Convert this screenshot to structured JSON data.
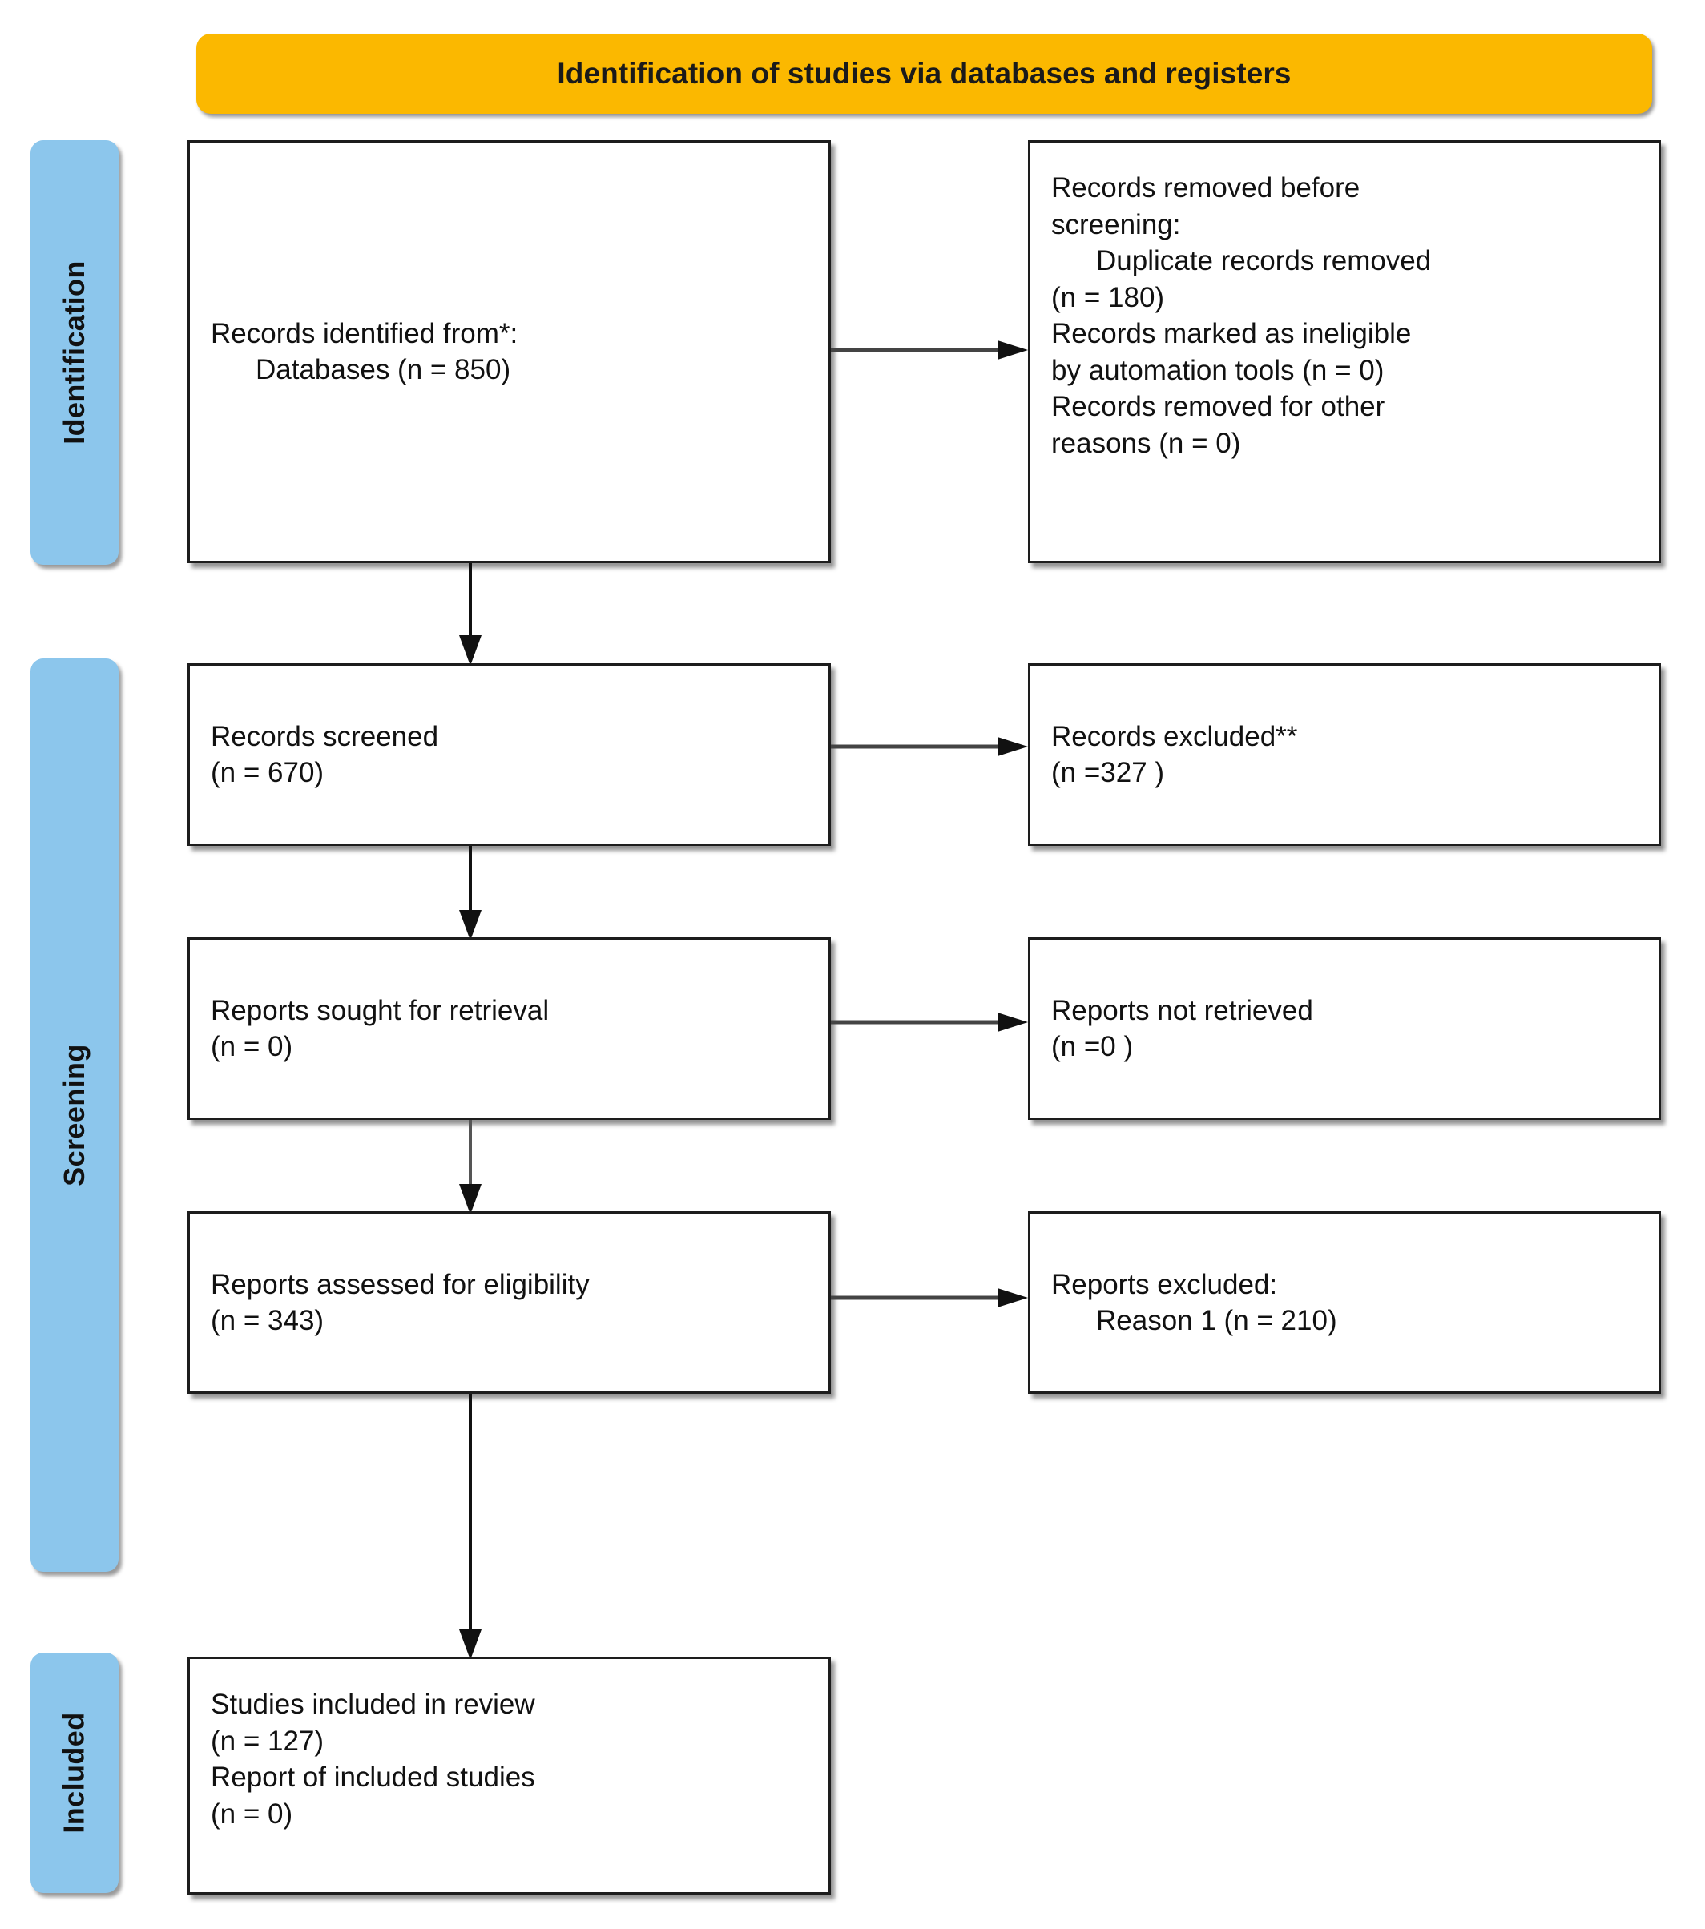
{
  "diagram": {
    "title": "Identification of studies via databases and registers",
    "type": "PRISMA flow diagram",
    "colors": {
      "banner": "#FBB800",
      "stage_label": "#8CC6EC",
      "box_border": "#1d1d1d",
      "text": "#111111",
      "background": "#ffffff"
    }
  },
  "banner": {
    "label": "Identification of studies via databases and registers"
  },
  "stages": [
    {
      "id": "identification",
      "label": "Identification"
    },
    {
      "id": "screening",
      "label": "Screening"
    },
    {
      "id": "included",
      "label": "Included"
    }
  ],
  "nodes": {
    "records_identified": {
      "name": "Records identified",
      "line1": "Records identified from*:",
      "line2": "Databases (n = 850)",
      "count": 850
    },
    "records_removed": {
      "name": "Records removed before screening",
      "head_a": "Records removed ",
      "head_b": "before",
      "head_c": "screening",
      "head_d": ":",
      "item1_a": "Duplicate records removed",
      "item1_b": "(n = 180)",
      "item2_a": "Records marked as ineligible",
      "item2_b": "by automation tools (n = 0)",
      "item3_a": "Records removed for other",
      "item3_b": "reasons (n = 0)",
      "duplicates": 180,
      "ineligible_automation": 0,
      "other_reasons": 0
    },
    "records_screened": {
      "name": "Records screened",
      "line1": "Records screened",
      "line2": "(n = 670)",
      "count": 670
    },
    "records_excluded": {
      "name": "Records excluded",
      "line1": "Records excluded**",
      "line2": "(n =327 )",
      "count": 327
    },
    "reports_sought": {
      "name": "Reports sought for retrieval",
      "line1": "Reports sought for retrieval",
      "line2": "(n = 0)",
      "count": 0
    },
    "reports_not_retrieved": {
      "name": "Reports not retrieved",
      "line1": "Reports not retrieved",
      "line2": "(n =0 )",
      "count": 0
    },
    "reports_assessed": {
      "name": "Reports assessed for eligibility",
      "line1": "Reports assessed for eligibility",
      "line2": "(n = 343)",
      "count": 343
    },
    "reports_excluded": {
      "name": "Reports excluded",
      "line1": "Reports excluded:",
      "line2": "Reason 1 (n = 210)",
      "reason1": 210
    },
    "studies_included": {
      "name": "Studies included in review",
      "line1": "Studies included in review",
      "line2": "(n = 127)",
      "line3": "Report of included studies",
      "line4": "(n = 0)",
      "studies": 127,
      "reports": 0
    }
  }
}
